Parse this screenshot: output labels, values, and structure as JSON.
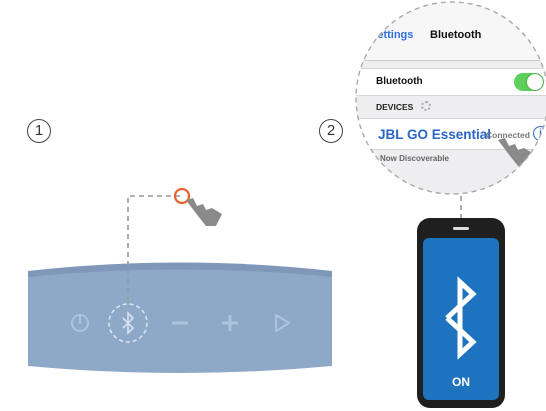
{
  "steps": {
    "one": "1",
    "two": "2"
  },
  "speaker": {
    "buttons": [
      "power-icon",
      "bluetooth-icon",
      "minus-icon",
      "plus-icon",
      "play-icon"
    ],
    "body_color": "#8ea8c8"
  },
  "settings": {
    "back_label": "Settings",
    "title": "Bluetooth",
    "bluetooth_label": "Bluetooth",
    "bluetooth_on": true,
    "devices_header": "DEVICES",
    "device_name": "JBL GO Essential",
    "device_status": "Connected",
    "discoverable_text": "Now Discoverable"
  },
  "phone": {
    "status_label": "ON",
    "screen_color": "#1e73be"
  },
  "accent": {
    "tap_ring": "#e8622c"
  }
}
